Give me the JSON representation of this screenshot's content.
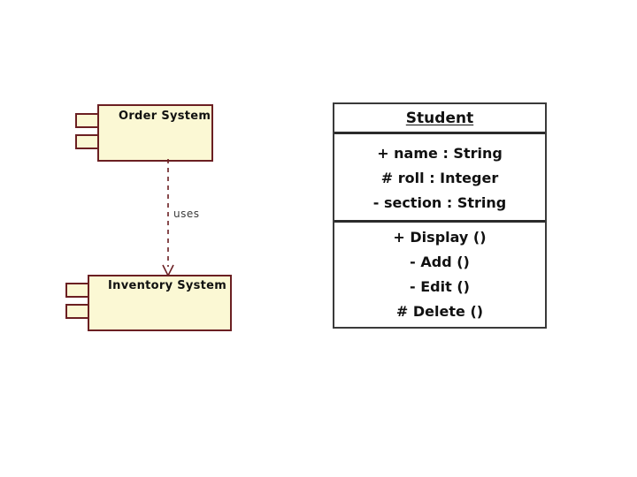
{
  "diagram": {
    "background_color": "#ffffff",
    "component_diagram": {
      "components": [
        {
          "id": "order-system",
          "name": "Order System",
          "fill_color": "#fbf8d4",
          "border_color": "#6b1f22"
        },
        {
          "id": "inventory-system",
          "name": "Inventory System",
          "fill_color": "#fbf8d4",
          "border_color": "#6b1f22"
        }
      ],
      "dependency": {
        "label": "uses",
        "from": "Order System",
        "to": "Inventory System",
        "line_style": "dashed",
        "arrow_style": "open",
        "color": "#6b1f22"
      }
    },
    "class_diagram": {
      "class_name": "Student",
      "border_color": "#3a3a3a",
      "fill_color": "#ffffff",
      "attributes": [
        "+ name : String",
        "# roll : Integer",
        "- section : String"
      ],
      "operations": [
        "+ Display ()",
        "- Add ()",
        "- Edit ()",
        "# Delete ()"
      ]
    }
  }
}
